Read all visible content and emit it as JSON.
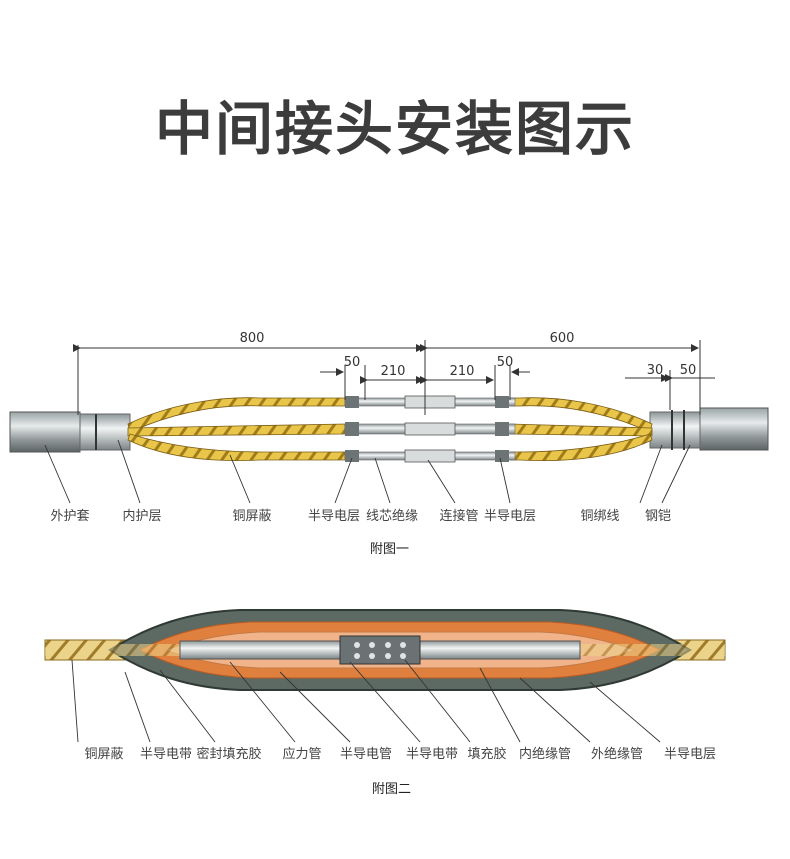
{
  "title": "中间接头安装图示",
  "figure1": {
    "caption": "附图一",
    "dimensions": [
      "800",
      "600",
      "50",
      "210",
      "210",
      "50",
      "30",
      "50"
    ],
    "labels": [
      "外护套",
      "内护层",
      "铜屏蔽",
      "半导电层",
      "线芯绝缘",
      "连接管",
      "半导电层",
      "铜绑线",
      "钢铠"
    ]
  },
  "figure2": {
    "caption": "附图二",
    "labels": [
      "铜屏蔽",
      "半导电带",
      "密封填充胶",
      "应力管",
      "半导电管",
      "半导电带",
      "填充胶",
      "内绝缘管",
      "外绝缘管",
      "半导电层"
    ]
  }
}
